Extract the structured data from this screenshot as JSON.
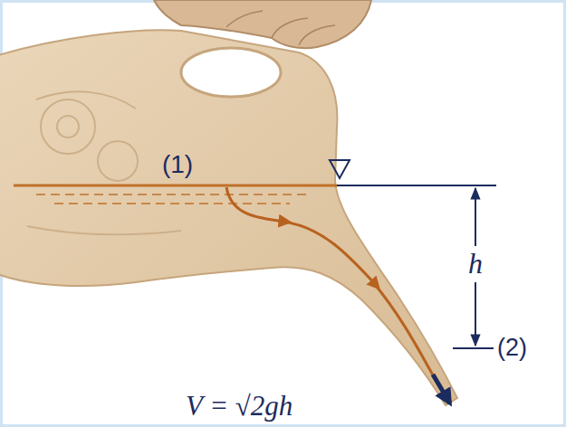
{
  "diagram": {
    "labels": [
      "(1)",
      "h",
      "(2)",
      "V = √2gh"
    ]
  }
}
